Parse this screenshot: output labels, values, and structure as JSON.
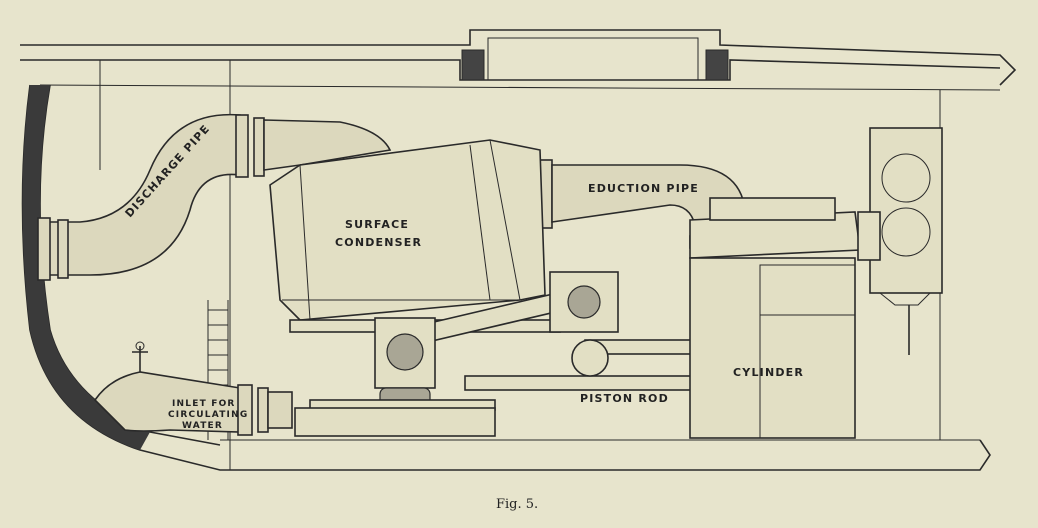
{
  "labels": {
    "discharge_pipe": "DISCHARGE PIPE",
    "surface_condenser_1": "SURFACE",
    "surface_condenser_2": "CONDENSER",
    "eduction_pipe": "EDUCTION PIPE",
    "cylinder": "CYLINDER",
    "piston_rod": "PISTON ROD",
    "inlet_1": "INLET FOR",
    "inlet_2": "CIRCULATING",
    "inlet_3": "WATER"
  },
  "caption": "Fig. 5."
}
